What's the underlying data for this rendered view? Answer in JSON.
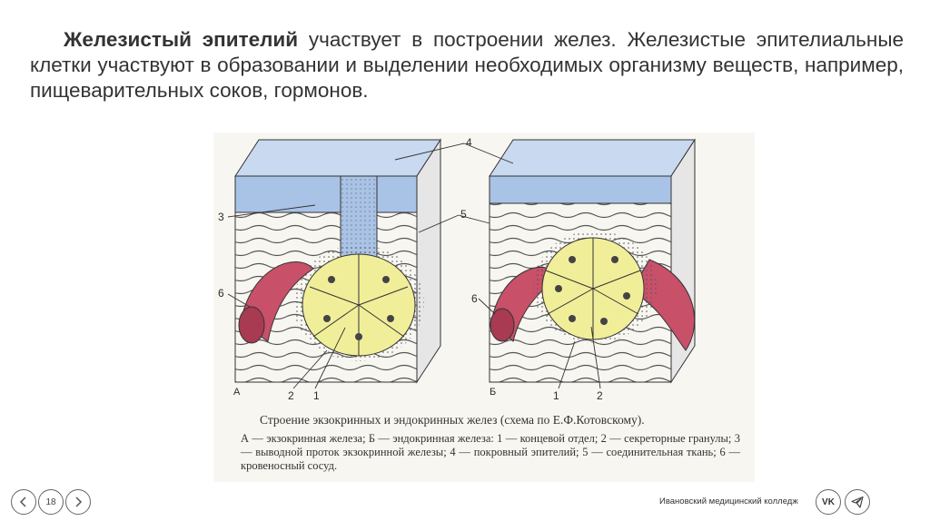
{
  "slide": {
    "text_lead": "Железистый эпителий",
    "text_rest": " участвует в построении желез. Железистые эпителиальные клетки участвуют в образовании и выделении необходимых организму веществ, например, пищеварительных соков, гормонов."
  },
  "figure": {
    "labels": {
      "l3": "3",
      "l6a": "6",
      "l4": "4",
      "l5": "5",
      "l6b": "6",
      "l2a": "2",
      "l1a": "1",
      "l1b": "1",
      "l2b": "2",
      "panel_a": "А",
      "panel_b": "Б"
    },
    "caption_title": "Строение экзокринных и эндокринных желез (схема по Е.Ф.Котовскому).",
    "caption_body": "А — экзокринная железа; Б — эндокринная железа: 1 — концевой отдел; 2 — секреторные гранулы; 3 — выводной проток экзокринной железы; 4 — покровный эпителий; 5 — соединительная ткань; 6 — кровеносный сосуд.",
    "colors": {
      "epithelium": "#a9c3e6",
      "gland_cells": "#f1ee9a",
      "vessel": "#c85069",
      "tissue": "#ffffff"
    }
  },
  "footer": {
    "prev_icon": "chevron-left-icon",
    "page_number": "18",
    "next_icon": "chevron-right-icon",
    "college": "Ивановский медицинский колледж",
    "vk_label": "VK",
    "share_icon": "telegram-icon"
  }
}
